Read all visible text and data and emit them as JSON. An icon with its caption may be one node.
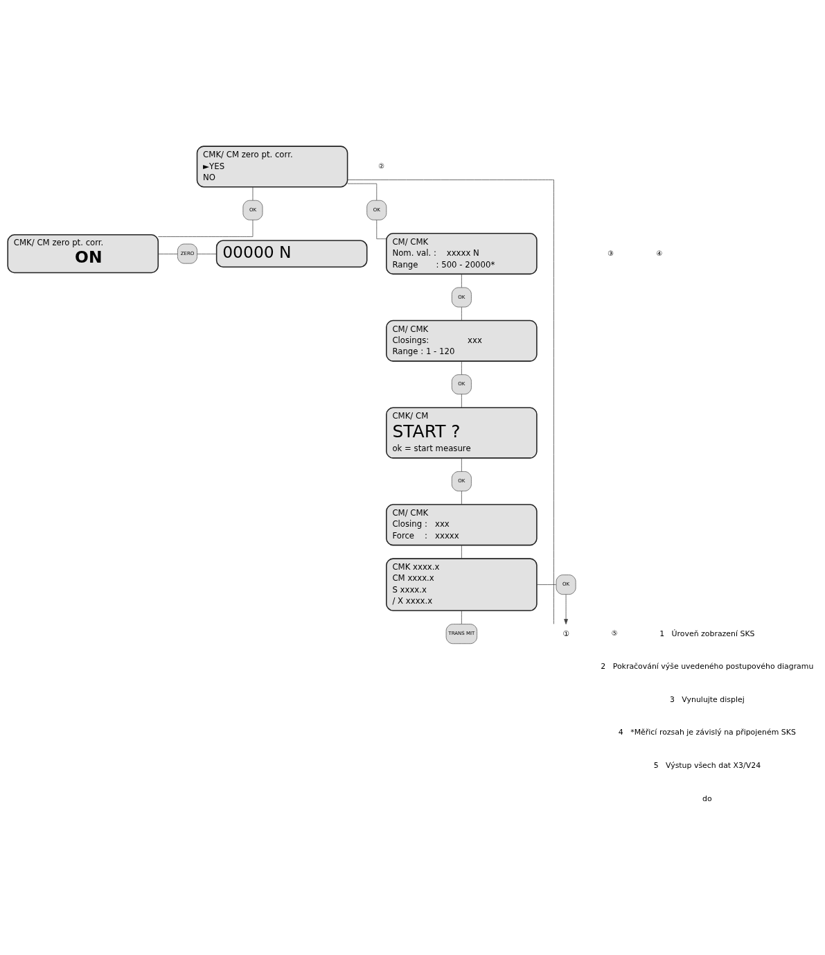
{
  "diagram": {
    "nodes": [
      {
        "text": [
          "CMK/ CM zero pt. corr.",
          "►YES",
          "NO"
        ]
      },
      {
        "text": [
          "OK"
        ]
      },
      {
        "text": [
          "CMK/ CM zero pt. corr.",
          "ON"
        ]
      },
      {
        "text": [
          "ZERO"
        ]
      },
      {
        "text": [
          "00000 N"
        ]
      },
      {
        "text": [
          "OK"
        ]
      },
      {
        "text": [
          "CM/ CMK",
          "Nom. val. :    xxxxx N",
          "Range       : 500 - 20000*"
        ]
      },
      {
        "text": [
          "OK"
        ]
      },
      {
        "text": [
          "CM/ CMK",
          "Closings:               xxx",
          "Range : 1 - 120"
        ]
      },
      {
        "text": [
          "OK"
        ]
      },
      {
        "text": [
          "CMK/ CM",
          "START ?",
          "ok = start measure"
        ]
      },
      {
        "text": [
          "OK"
        ]
      },
      {
        "text": [
          "CM/ CMK",
          "Closing :   xxx",
          "Force    :   xxxxx"
        ]
      },
      {
        "text": [
          "CMK xxxx.x",
          "CM xxxx.x",
          "S xxxx.x",
          "/ X xxxx.x"
        ]
      },
      {
        "text": [
          "OK"
        ]
      },
      {
        "text": [
          "TRANS MIT"
        ]
      },
      {
        "text": [
          "①"
        ]
      }
    ],
    "edges": [
      {
        "from": 16,
        "to": 0,
        "arrow": "none"
      },
      {
        "from": 0,
        "to": 1,
        "arrow": "none"
      },
      {
        "from": 1,
        "to": 2,
        "arrow": "none"
      },
      {
        "from": 2,
        "to": 3,
        "arrow": "none"
      },
      {
        "from": 3,
        "to": 4,
        "arrow": "none"
      },
      {
        "from": 0,
        "to": 5,
        "arrow": "none"
      },
      {
        "from": 5,
        "to": 6,
        "arrow": "none"
      },
      {
        "from": 6,
        "to": 7,
        "arrow": "none"
      },
      {
        "from": 7,
        "to": 8,
        "arrow": "none"
      },
      {
        "from": 8,
        "to": 9,
        "arrow": "none"
      },
      {
        "from": 9,
        "to": 10,
        "arrow": "none"
      },
      {
        "from": 10,
        "to": 11,
        "arrow": "none"
      },
      {
        "from": 11,
        "to": 12,
        "arrow": "none"
      },
      {
        "from": 12,
        "to": 13,
        "arrow": "none"
      },
      {
        "from": 13,
        "to": 14,
        "arrow": "none"
      },
      {
        "from": 14,
        "to": 16,
        "arrow": "to"
      },
      {
        "from": 13,
        "to": 15,
        "arrow": "none"
      }
    ],
    "labels": [
      "②",
      "③",
      "④",
      "⑤",
      "1   Úroveň zobrazení SKS",
      "2   Pokračování výše uvedeného postupového diagramu",
      "3   Vynulujte displej",
      "4   *Měřicí rozsah je závislý na připojeném SKS",
      "5   Výstup všech dat X3/V24",
      "do"
    ]
  }
}
